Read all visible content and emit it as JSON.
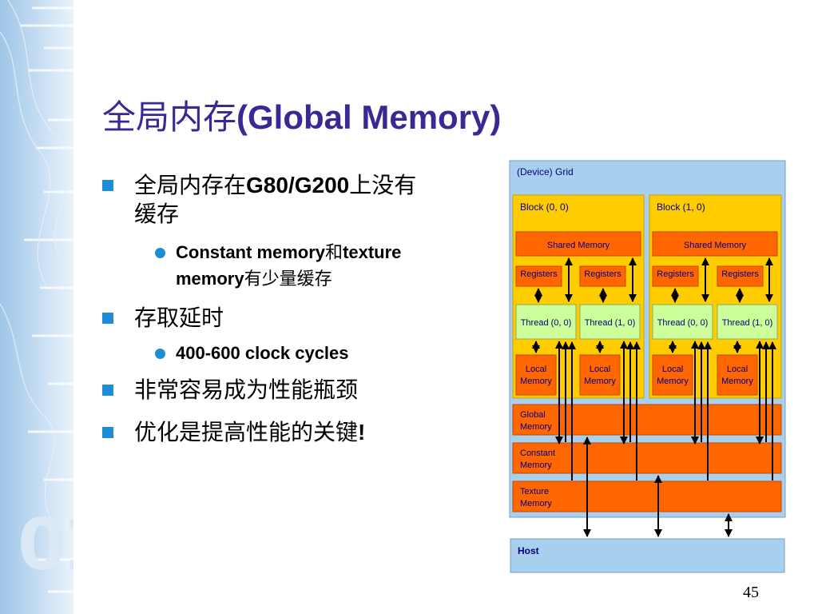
{
  "title": {
    "cn": "全局内存",
    "latin": "(Global Memory)"
  },
  "bullets": [
    {
      "pre": "全局内存在",
      "bold": "G80/G200",
      "post": "上没有",
      "line2": "缓存"
    },
    {
      "text": "存取延时"
    },
    {
      "text": "非常容易成为性能瓶颈"
    },
    {
      "text": "优化是提高性能的关键",
      "bold": "!"
    }
  ],
  "sub_bullets": [
    {
      "part1": "Constant memory",
      "cn": "和",
      "part2": "texture",
      "line2a": "memory",
      "line2b": "有少量缓存"
    },
    {
      "text": "400-600 clock cycles"
    }
  ],
  "diagram": {
    "grid_label": "(Device) Grid",
    "blocks": [
      {
        "label": "Block (0, 0)",
        "shared": "Shared Memory",
        "registers": [
          "Registers",
          "Registers"
        ],
        "threads": [
          "Thread (0, 0)",
          "Thread (1, 0)"
        ],
        "local": [
          "Local Memory",
          "Local Memory"
        ]
      },
      {
        "label": "Block (1, 0)",
        "shared": "Shared Memory",
        "registers": [
          "Registers",
          "Registers"
        ],
        "threads": [
          "Thread (0, 0)",
          "Thread (1, 0)"
        ],
        "local": [
          "Local Memory",
          "Local Memory"
        ]
      }
    ],
    "global_l1": "Global",
    "global_l2": "Memory",
    "constant_l1": "Constant",
    "constant_l2": "Memory",
    "texture_l1": "Texture",
    "texture_l2": "Memory",
    "host": "Host",
    "colors": {
      "grid": "#a8cfee",
      "block": "#ffcc00",
      "orange": "#ff6600",
      "thread": "#ccff99",
      "label_text": "#000080"
    }
  },
  "page_number": "45"
}
